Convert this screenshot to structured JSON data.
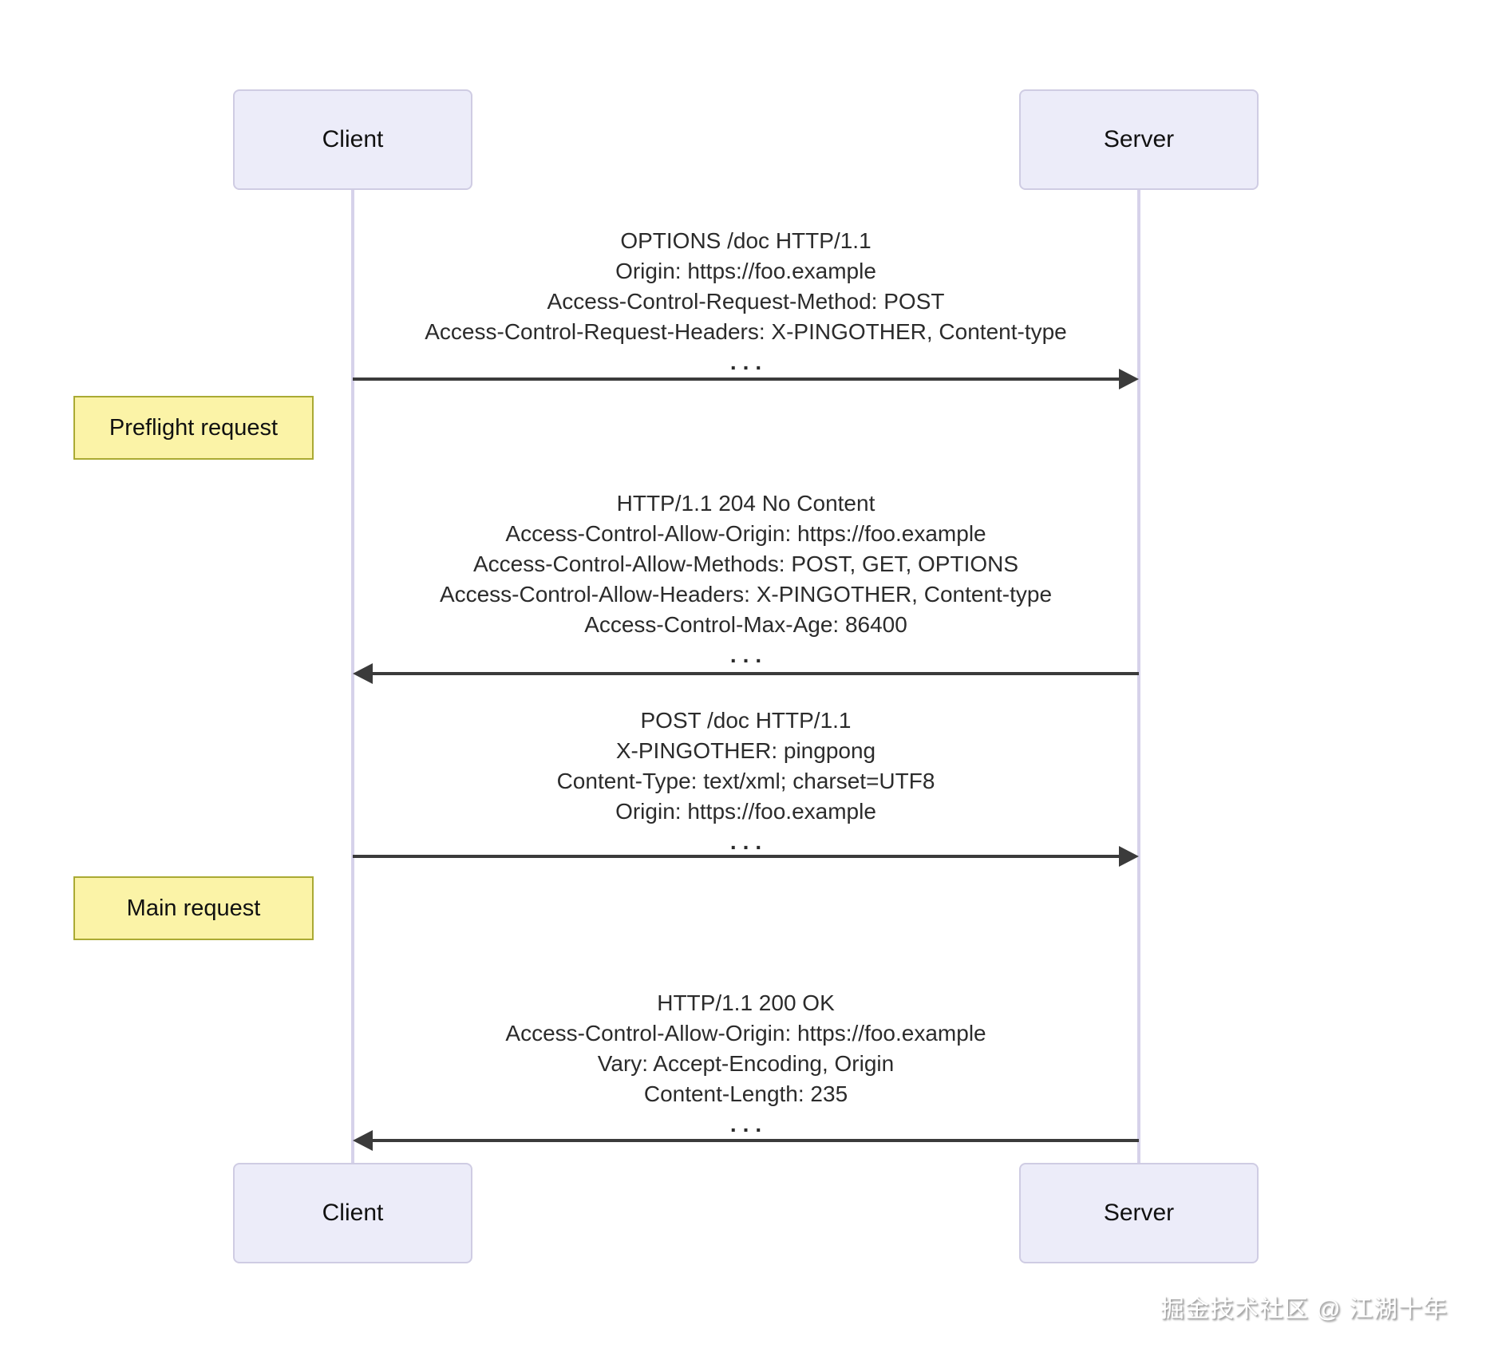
{
  "diagram": {
    "actors": {
      "client": "Client",
      "server": "Server"
    },
    "messages": [
      {
        "from": "Client",
        "to": "Server",
        "direction": "right",
        "lines": [
          "OPTIONS /doc HTTP/1.1",
          "Origin: https://foo.example",
          "Access-Control-Request-Method: POST",
          "Access-Control-Request-Headers: X-PINGOTHER, Content-type",
          "..."
        ]
      },
      {
        "from": "Server",
        "to": "Client",
        "direction": "left",
        "lines": [
          "HTTP/1.1 204 No Content",
          "Access-Control-Allow-Origin: https://foo.example",
          "Access-Control-Allow-Methods: POST, GET, OPTIONS",
          "Access-Control-Allow-Headers: X-PINGOTHER, Content-type",
          "Access-Control-Max-Age: 86400",
          "..."
        ]
      },
      {
        "from": "Client",
        "to": "Server",
        "direction": "right",
        "lines": [
          "POST /doc HTTP/1.1",
          "X-PINGOTHER: pingpong",
          "Content-Type: text/xml; charset=UTF8",
          "Origin: https://foo.example",
          "..."
        ]
      },
      {
        "from": "Server",
        "to": "Client",
        "direction": "left",
        "lines": [
          "HTTP/1.1 200 OK",
          "Access-Control-Allow-Origin: https://foo.example",
          "Vary: Accept-Encoding, Origin",
          "Content-Length: 235",
          "..."
        ]
      }
    ],
    "notes": [
      {
        "label": "Preflight request"
      },
      {
        "label": "Main request"
      }
    ],
    "watermark": "掘金技术社区 @ 江湖十年",
    "colors": {
      "actor_fill": "#ECECF9",
      "actor_border": "#CFCCE3",
      "note_fill": "#FBF3A7",
      "note_border": "#AAAA33",
      "lifeline": "#D6D2EA",
      "arrow": "#3B3B3B"
    }
  }
}
